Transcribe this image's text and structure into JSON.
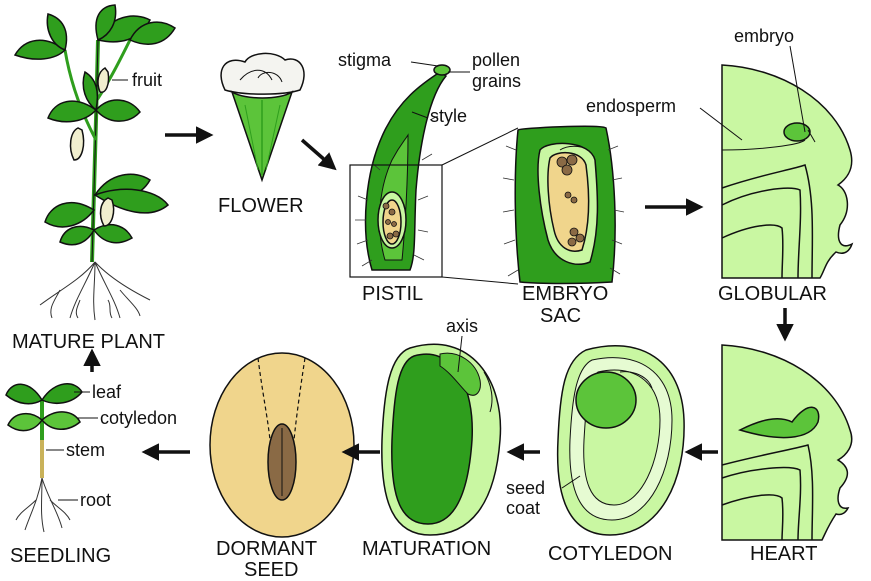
{
  "colors": {
    "dark_green": "#2f9e1d",
    "mid_green": "#5cc43a",
    "light_green": "#c9f7a2",
    "pale_green": "#e6fbd2",
    "seed_tan": "#f0d58c",
    "embryo_brown": "#8a6a45",
    "outline": "#111111",
    "flower_white": "#f4f4f0"
  },
  "stages": {
    "mature_plant": "MATURE PLANT",
    "flower": "FLOWER",
    "pistil": "PISTIL",
    "embryo_sac_1": "EMBRYO",
    "embryo_sac_2": "SAC",
    "globular": "GLOBULAR",
    "heart": "HEART",
    "cotyledon": "COTYLEDON",
    "maturation": "MATURATION",
    "dormant_seed_1": "DORMANT",
    "dormant_seed_2": "SEED",
    "seedling": "SEEDLING"
  },
  "labels": {
    "fruit": "fruit",
    "stigma": "stigma",
    "pollen_1": "pollen",
    "pollen_2": "grains",
    "style": "style",
    "embryo": "embryo",
    "endosperm": "endosperm",
    "axis": "axis",
    "seed_coat_1": "seed",
    "seed_coat_2": "coat",
    "leaf": "leaf",
    "cotyledon": "cotyledon",
    "stem": "stem",
    "root": "root"
  },
  "icons": [
    "arrow-right-icon",
    "arrow-down-icon",
    "arrow-left-icon",
    "arrow-up-icon"
  ]
}
